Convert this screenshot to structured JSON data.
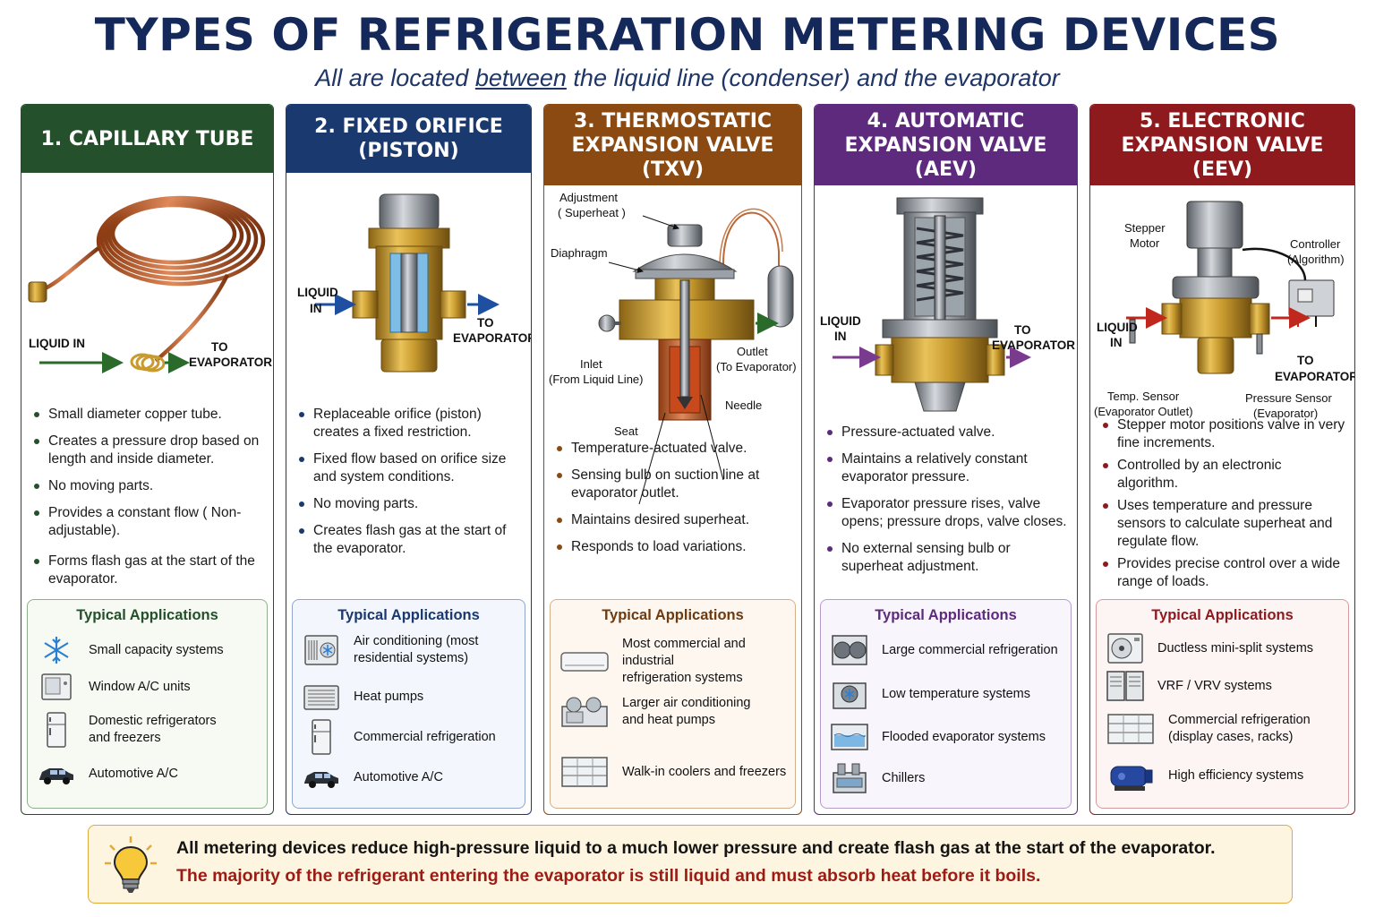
{
  "title": "TYPES OF REFRIGERATION METERING DEVICES",
  "subtitle": {
    "pre": "All are located ",
    "underlined": "between",
    "post": " the liquid line (condenser) and the evaporator"
  },
  "colors": {
    "green": "#24502c",
    "blue": "#19396f",
    "orange": "#8a4a12",
    "purple": "#5e2a7e",
    "red": "#8e1a1e",
    "title": "#15285a"
  },
  "columns": [
    {
      "header": "1. CAPILLARY TUBE",
      "labels": {
        "liquid_in": "LIQUID IN",
        "to": "TO",
        "evaporator": "EVAPORATOR"
      },
      "bullets": [
        "Small diameter copper tube.",
        "Creates a pressure drop based on length and inside diameter.",
        "No moving parts.",
        "Provides a constant flow ( Non-adjustable).",
        "Forms flash gas at the start of the evaporator."
      ],
      "apps_title": "Typical Applications",
      "apps": [
        {
          "icon": "snowflake-icon",
          "label": "Small capacity systems"
        },
        {
          "icon": "window-ac-icon",
          "label": "Window A/C units"
        },
        {
          "icon": "refrigerator-icon",
          "label": "Domestic refrigerators\nand freezers"
        },
        {
          "icon": "car-icon",
          "label": "Automotive A/C"
        }
      ]
    },
    {
      "header": "2. FIXED ORIFICE\n(PISTON)",
      "labels": {
        "liquid": "LIQUID",
        "in": "IN",
        "to": "TO",
        "evaporator": "EVAPORATOR"
      },
      "bullets": [
        "Replaceable orifice (piston) creates a fixed restriction.",
        "Fixed flow based on orifice size and system conditions.",
        "No moving parts.",
        "Creates flash gas at the start of the evaporator."
      ],
      "apps_title": "Typical Applications",
      "apps": [
        {
          "icon": "ac-unit-icon",
          "label": "Air conditioning (most\nresidential systems)"
        },
        {
          "icon": "heat-pump-icon",
          "label": "Heat pumps"
        },
        {
          "icon": "refrigerator-icon",
          "label": "Commercial refrigeration"
        },
        {
          "icon": "car-icon",
          "label": "Automotive A/C"
        }
      ]
    },
    {
      "header": "3. THERMOSTATIC\nEXPANSION VALVE\n(TXV)",
      "labels": {
        "adjustment": "Adjustment",
        "superheat": "( Superheat )",
        "diaphragm": "Diaphragm",
        "inlet": "Inlet",
        "from_liquid": "(From Liquid Line)",
        "outlet": "Outlet",
        "to_evap": "(To Evaporator)",
        "needle": "Needle",
        "seat": "Seat"
      },
      "bullets": [
        "Temperature-actuated valve.",
        "Sensing bulb on suction line at evaporator outlet.",
        "Maintains desired superheat.",
        "Responds to load variations."
      ],
      "apps_title": "Typical Applications",
      "apps": [
        {
          "icon": "wall-split-ac-icon",
          "label": "Most commercial and industrial\nrefrigeration systems"
        },
        {
          "icon": "rooftop-unit-icon",
          "label": "Larger air conditioning\nand heat pumps"
        },
        {
          "icon": "display-case-icon",
          "label": "Walk-in coolers and freezers"
        }
      ]
    },
    {
      "header": "4. AUTOMATIC\nEXPANSION VALVE\n(AEV)",
      "labels": {
        "liquid": "LIQUID",
        "in": "IN",
        "to": "TO",
        "evaporator": "EVAPORATOR"
      },
      "bullets": [
        "Pressure-actuated valve.",
        "Maintains a relatively constant evaporator pressure.",
        "Evaporator pressure rises, valve opens; pressure drops, valve closes.",
        "No external sensing bulb or superheat adjustment."
      ],
      "apps_title": "Typical Applications",
      "apps": [
        {
          "icon": "condensing-unit-icon",
          "label": "Large commercial refrigeration"
        },
        {
          "icon": "low-temp-unit-icon",
          "label": "Low temperature systems"
        },
        {
          "icon": "flooded-evaporator-icon",
          "label": "Flooded evaporator systems"
        },
        {
          "icon": "chiller-icon",
          "label": "Chillers"
        }
      ]
    },
    {
      "header": "5. ELECTRONIC\nEXPANSION VALVE\n(EEV)",
      "labels": {
        "stepper": "Stepper",
        "motor": "Motor",
        "controller": "Controller",
        "algorithm": "(Algorithm)",
        "liquid": "LIQUID",
        "in": "IN",
        "to": "TO",
        "evaporator": "EVAPORATOR",
        "temp_sensor": "Temp. Sensor",
        "evap_outlet": "(Evaporator Outlet)",
        "pressure_sensor": "Pressure Sensor",
        "evap": "(Evaporator)"
      },
      "bullets": [
        "Stepper motor positions valve in very fine increments.",
        "Controlled by an electronic algorithm.",
        "Uses temperature and pressure sensors to calculate superheat and regulate flow.",
        "Provides precise control over a wide range of loads."
      ],
      "apps_title": "Typical Applications",
      "apps": [
        {
          "icon": "mini-split-icon",
          "label": "Ductless mini-split systems"
        },
        {
          "icon": "vrf-unit-icon",
          "label": "VRF / VRV systems"
        },
        {
          "icon": "display-case-icon",
          "label": "Commercial refrigeration\n(display cases, racks)"
        },
        {
          "icon": "compressor-icon",
          "label": "High efficiency systems"
        }
      ]
    }
  ],
  "note": {
    "icon": "lightbulb-icon",
    "line1": "All metering devices reduce high-pressure liquid to a much lower pressure and create flash gas at the start of the evaporator.",
    "line2": "The majority of the refrigerant entering the evaporator is still liquid and must absorb heat before it boils."
  }
}
